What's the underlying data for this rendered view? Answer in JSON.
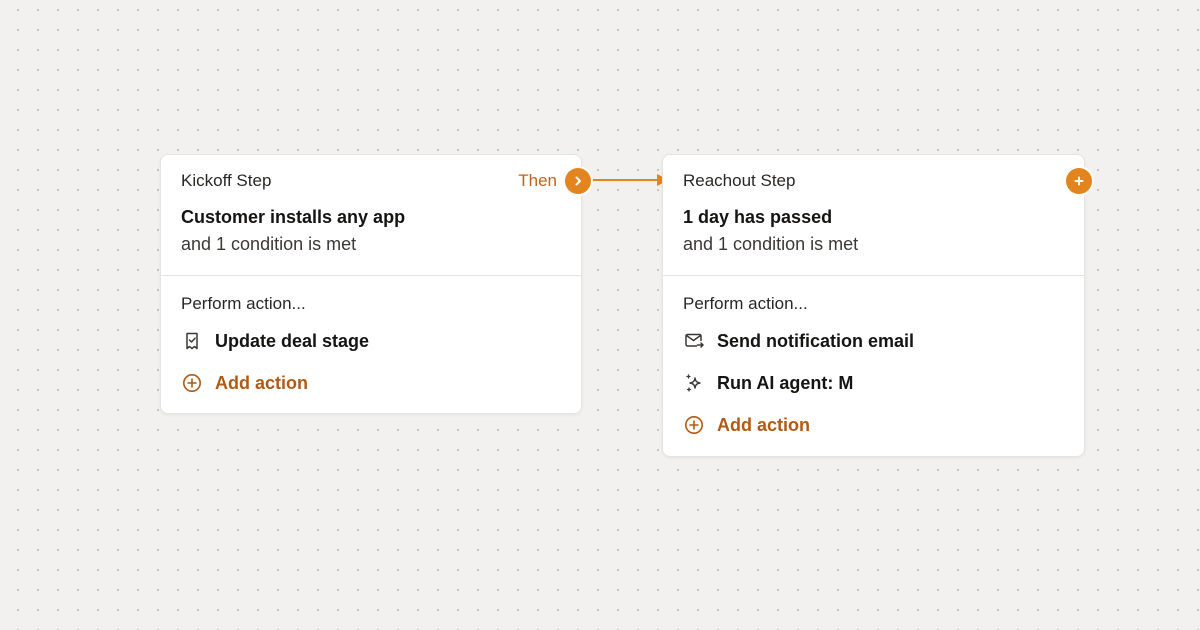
{
  "colors": {
    "accent": "#e3851f",
    "accent_text": "#b35a12",
    "background": "#f2f1ef",
    "card": "#ffffff"
  },
  "kickoff": {
    "step_label": "Kickoff Step",
    "then_label": "Then",
    "trigger_title": "Customer installs any app",
    "trigger_sub": "and 1 condition is met",
    "perform_label": "Perform action...",
    "actions": [
      {
        "label": "Update deal stage",
        "icon": "deal-stage-icon"
      }
    ],
    "add_action_label": "Add action"
  },
  "reachout": {
    "step_label": "Reachout Step",
    "trigger_title": "1 day has passed",
    "trigger_sub": "and 1 condition is met",
    "perform_label": "Perform action...",
    "actions": [
      {
        "label": "Send notification email",
        "icon": "email-send-icon"
      },
      {
        "label": "Run AI agent: M",
        "icon": "sparkle-icon"
      }
    ],
    "add_action_label": "Add action"
  }
}
